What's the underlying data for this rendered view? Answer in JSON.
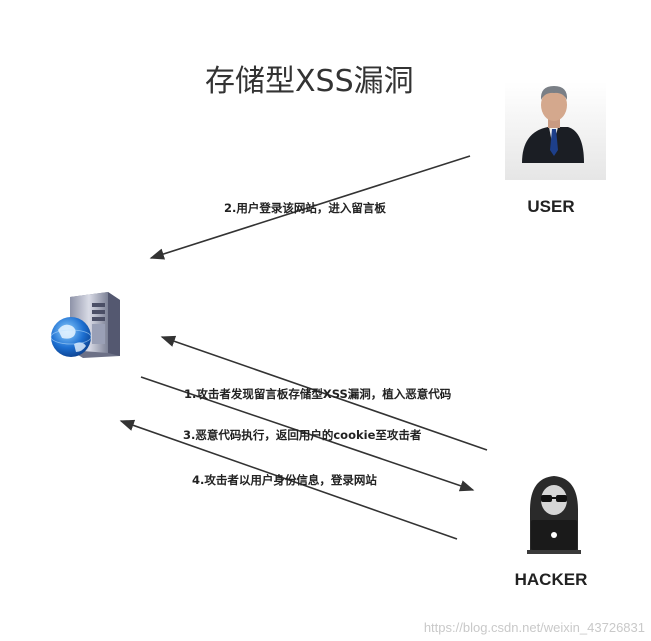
{
  "title": "存储型XSS漏洞",
  "actors": {
    "user": {
      "label": "USER",
      "icon": "businessman-user-icon"
    },
    "server": {
      "icon": "web-server-globe-icon"
    },
    "hacker": {
      "label": "HACKER",
      "icon": "hooded-hacker-laptop-icon"
    }
  },
  "messages": [
    {
      "step": "2",
      "text": "2.用户登录该网站，进入留言板"
    },
    {
      "step": "1",
      "text": "1.攻击者发现留言板存储型XSS漏洞，植入恶意代码"
    },
    {
      "step": "3",
      "text": "3.恶意代码执行，返回用户的cookie至攻击者"
    },
    {
      "step": "4",
      "text": "4.攻击者以用户身份信息，登录网站"
    }
  ],
  "watermark": "https://blog.csdn.net/weixin_43726831",
  "colors": {
    "arrow": "#333333",
    "title": "#333333"
  }
}
